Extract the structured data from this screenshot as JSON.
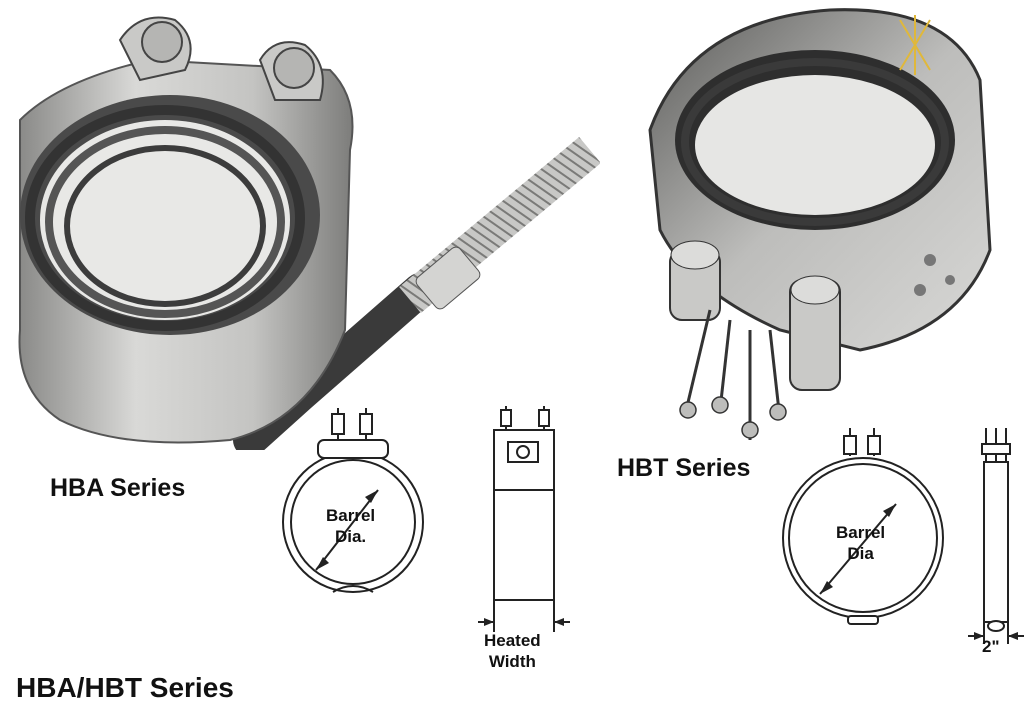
{
  "hba": {
    "series_label": "HBA Series",
    "barrel_label_line1": "Barrel",
    "barrel_label_line2": "Dia.",
    "width_label_line1": "Heated",
    "width_label_line2": "Width"
  },
  "hbt": {
    "series_label": "HBT Series",
    "barrel_label_line1": "Barrel",
    "barrel_label_line2": "Dia",
    "width_label": "2\""
  },
  "footer": {
    "title": "HBA/HBT Series"
  },
  "colors": {
    "text": "#111111",
    "metal_light": "#e2e2e0",
    "metal_mid": "#a9a9a7",
    "metal_dark": "#4a4a4a",
    "tube": "#3a3a3a",
    "line": "#222222"
  }
}
